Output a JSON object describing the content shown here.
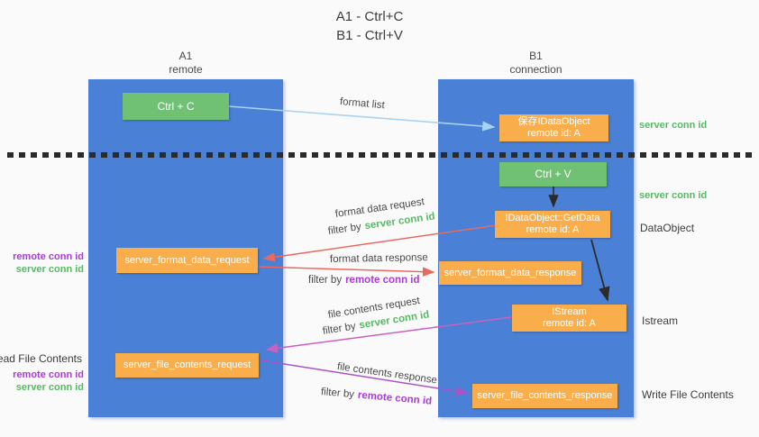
{
  "title": {
    "line1": "A1 - Ctrl+C",
    "line2": "B1 - Ctrl+V"
  },
  "lanes": {
    "a": {
      "id": "A1",
      "role": "remote"
    },
    "b": {
      "id": "B1",
      "role": "connection"
    }
  },
  "nodes": {
    "ctrl_c": "Ctrl + C",
    "ctrl_v": "Ctrl + V",
    "save_idataobject": {
      "title": "保存IDataObject",
      "subtitle": "remote id: A"
    },
    "getdata": {
      "title": "IDataObject::GetData",
      "subtitle": "remote id: A"
    },
    "istream": {
      "title": "IStream",
      "subtitle": "remote id: A"
    },
    "format_request": "server_format_data_request",
    "format_response": "server_format_data_response",
    "file_request": "server_file_contents_request",
    "file_response": "server_file_contents_response"
  },
  "flow_labels": {
    "format_list": "format list",
    "format_data_request": "format data request",
    "format_data_response": "format data response",
    "file_contents_request": "file contents request",
    "file_contents_response": "file contents response",
    "filter_by": "filter by",
    "server_conn_id": "server conn id",
    "remote_conn_id": "remote conn id"
  },
  "side_labels": {
    "server_conn_id": "server conn id",
    "remote_conn_id": "remote conn id",
    "dataobject": "DataObject",
    "istream": "Istream",
    "read_file_contents": "Read File Contents",
    "write_file_contents": "Write File Contents"
  },
  "colors": {
    "lane_blue": "#4a80d5",
    "green_box": "#71c175",
    "orange_box": "#f9ae4b",
    "format_list_arrow": "#a8d3f2",
    "format_arrow_red": "#e8695f",
    "file_request_arrow": "#cc5fc0",
    "file_response_arrow": "#ab53c8",
    "server_conn_id_green": "#55ba63",
    "remote_conn_id_purple": "#a93bd6",
    "black_arrow": "#2b2b2b"
  }
}
